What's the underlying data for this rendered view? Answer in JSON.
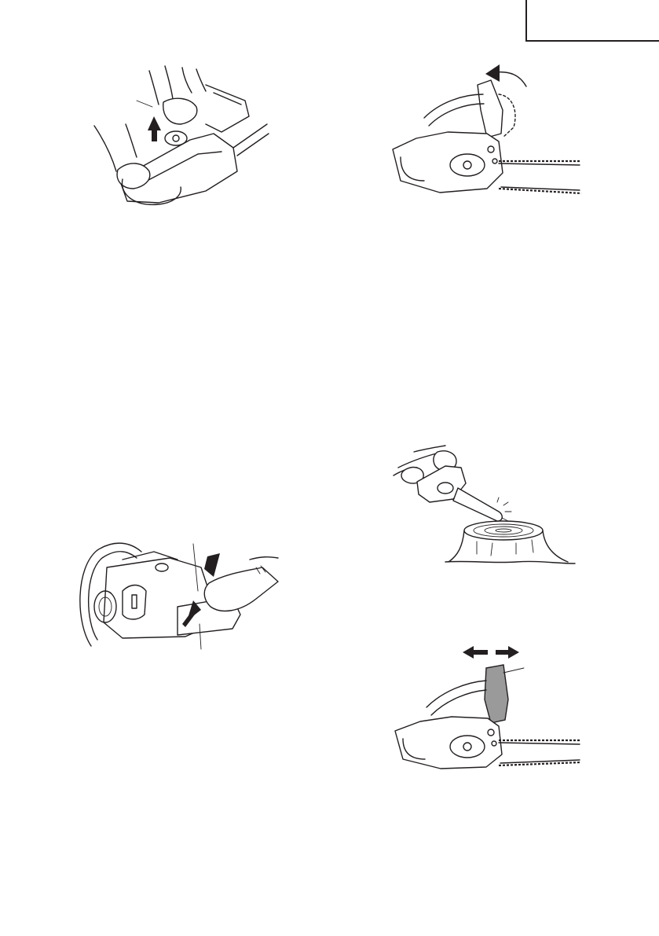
{
  "page": {
    "language_tab": "",
    "figures": [
      {
        "id": "fig-1",
        "icon": "hands-lifting-chainsaw-illustration",
        "caption": ""
      },
      {
        "id": "fig-2",
        "icon": "chain-brake-lever-forward-illustration",
        "caption": ""
      },
      {
        "id": "fig-3",
        "icon": "throttle-lockout-grip-illustration",
        "caption": ""
      },
      {
        "id": "fig-4",
        "icon": "chainsaw-on-stump-illustration",
        "caption": ""
      },
      {
        "id": "fig-5",
        "icon": "hand-guard-push-pull-illustration",
        "caption": ""
      }
    ]
  },
  "colors": {
    "ink": "#231f20",
    "paper": "#ffffff",
    "highlight_gray": "#9a9a9a"
  }
}
